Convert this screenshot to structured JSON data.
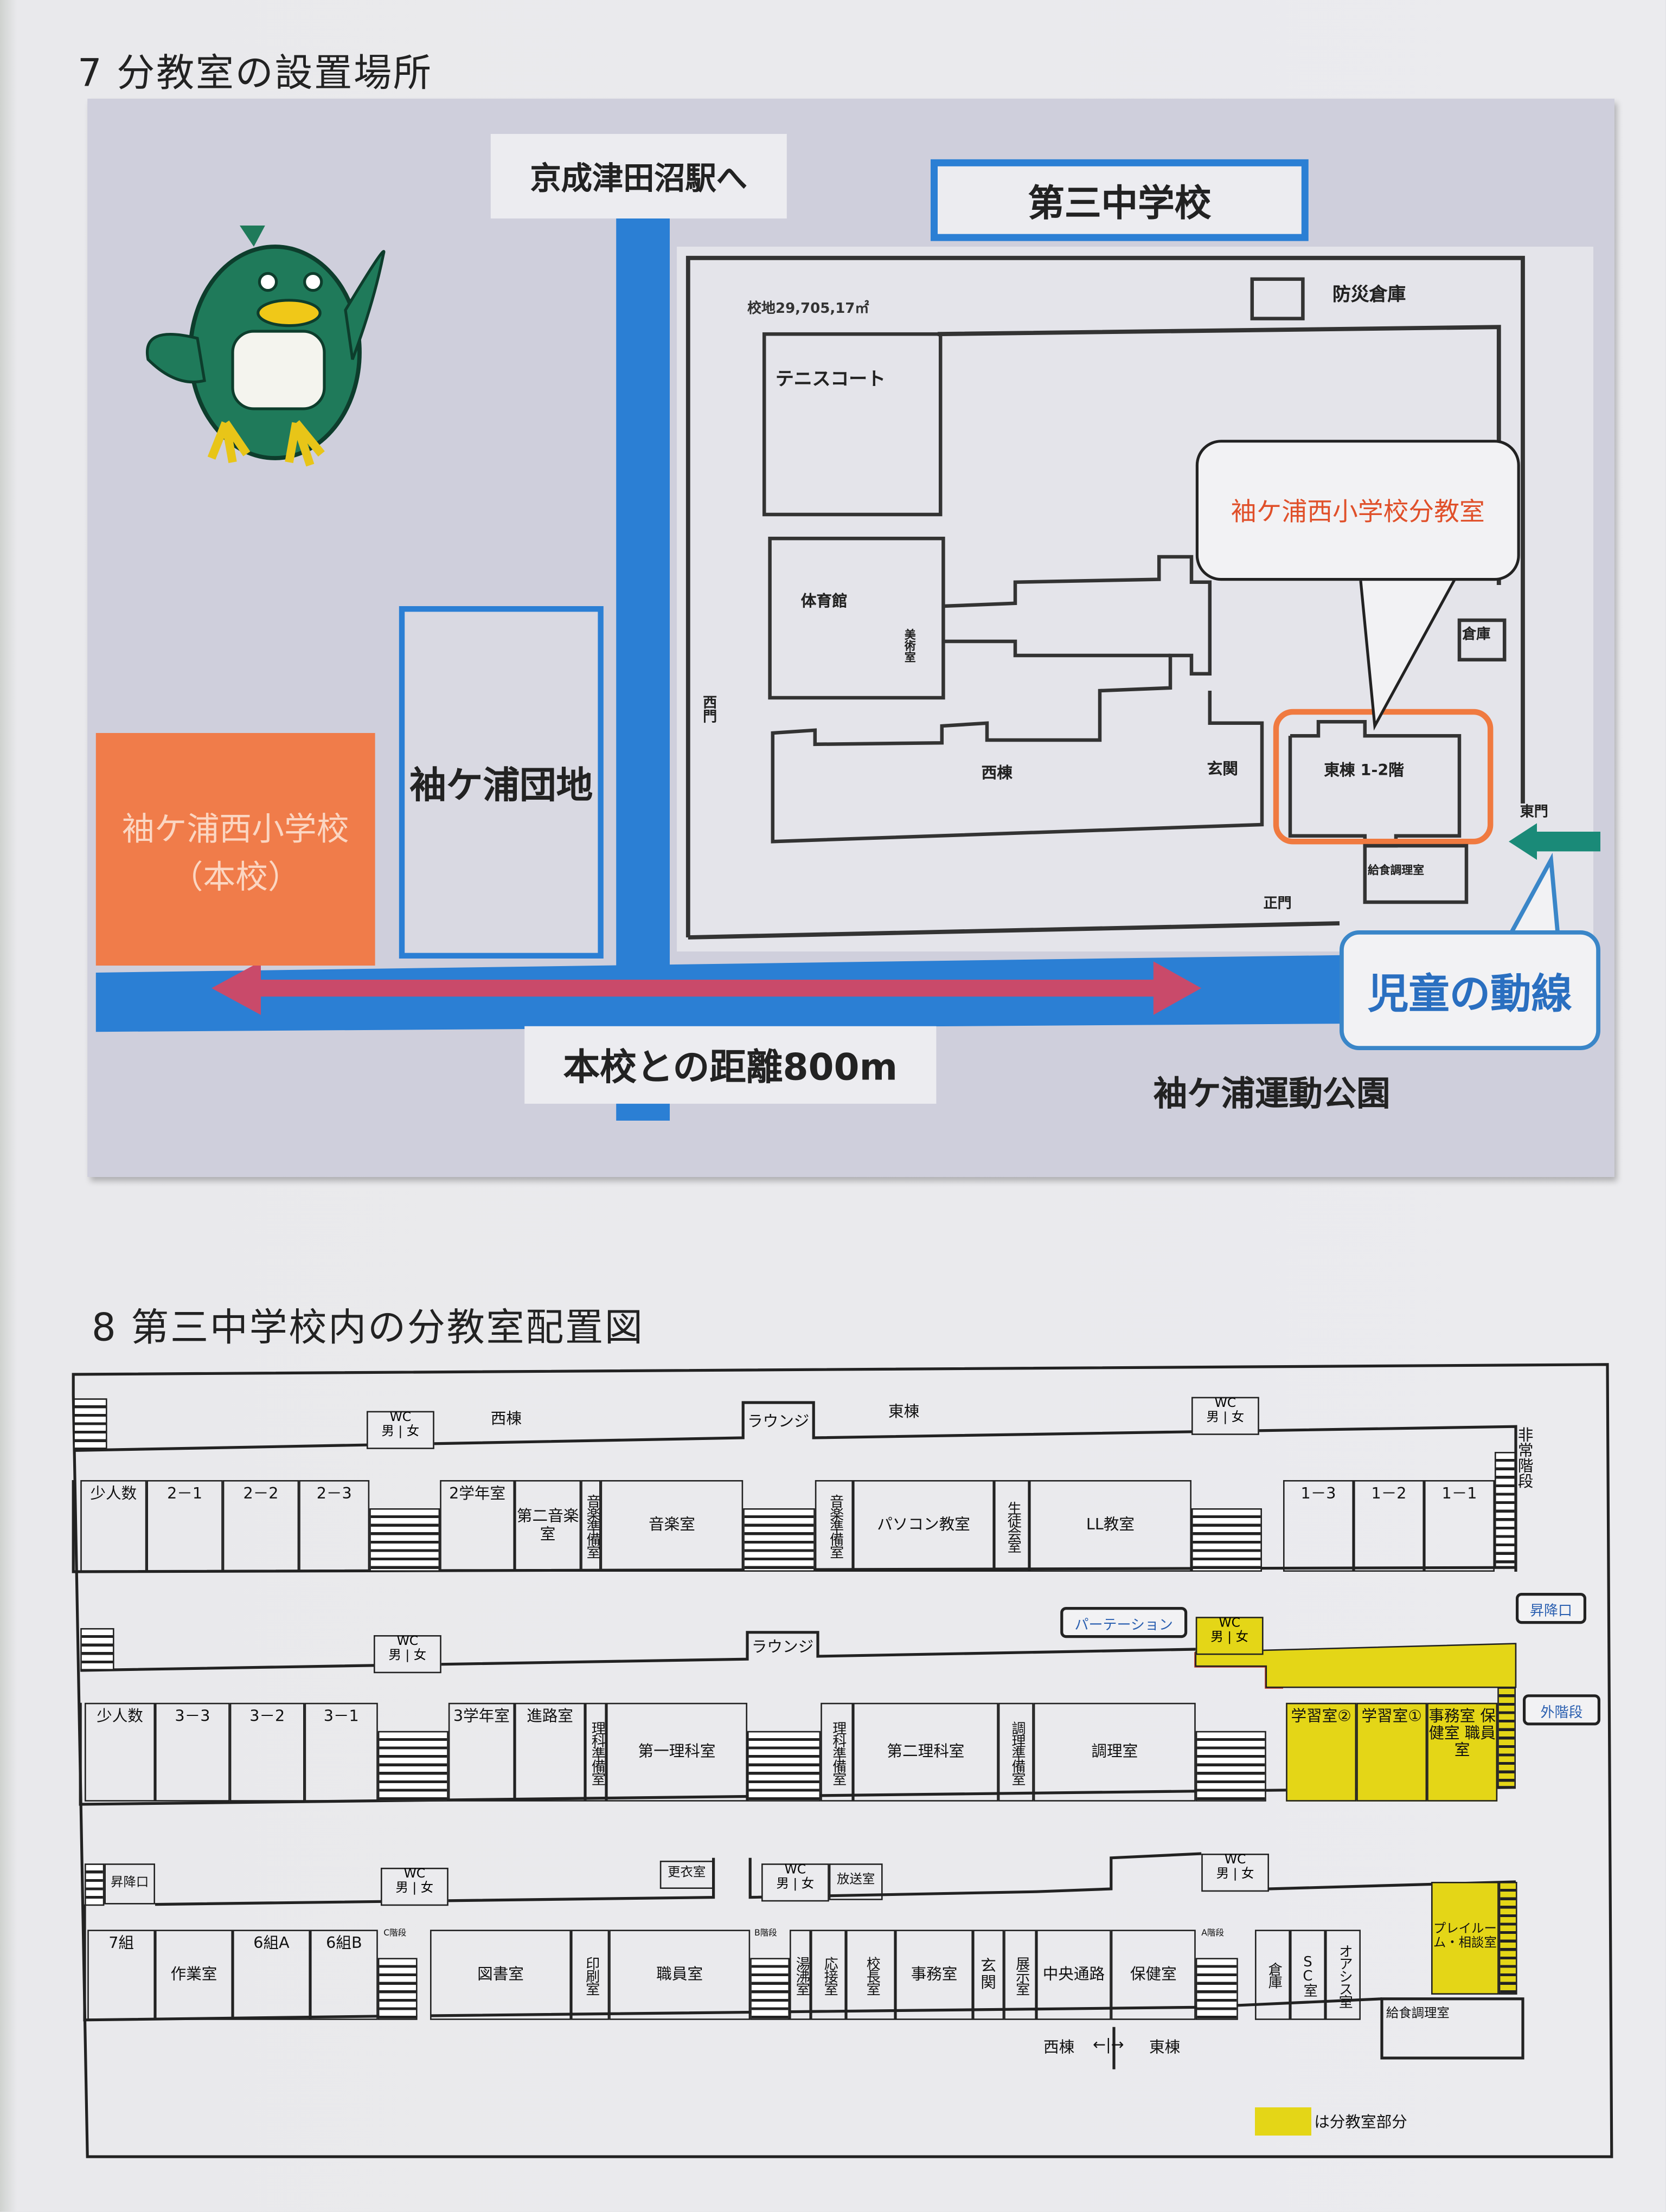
{
  "section7": {
    "title": "7 分教室の設置場所",
    "map": {
      "station_label": "京成津田沼駅へ",
      "junior_high_label": "第三中学校",
      "site_area": "校地29,705,17㎡",
      "disaster_storage": "防災倉庫",
      "tennis_court": "テニスコート",
      "gym": "体育館",
      "art_room": "美術室",
      "west_gate": "西門",
      "west_building": "西棟",
      "entrance": "玄関",
      "east_building_floors": "東棟 1-2階",
      "storage": "倉庫",
      "lunch_kitchen": "給食調理室",
      "east_gate": "東門",
      "main_gate": "正門",
      "branch_callout": "袖ケ浦西小学校分教室",
      "route_callout": "児童の動線",
      "housing_complex": "袖ケ浦団地",
      "main_school_line1": "袖ケ浦西小学校",
      "main_school_line2": "（本校）",
      "distance": "本校との距離800m",
      "park": "袖ケ浦運動公園"
    },
    "colors": {
      "road": "#2b7fd4",
      "main_school": "#f07c4a",
      "route_arrow": "#c94a6a",
      "callout_text": "#e0502a",
      "east_arrow": "#1a8a78"
    }
  },
  "section8": {
    "title": "8 第三中学校内の分教室配置図",
    "wc": "WC",
    "men": "男",
    "women": "女",
    "f3": {
      "west_building": "西棟",
      "east_building": "東棟",
      "lounge": "ラウンジ",
      "emergency_stairs": "非常階段",
      "rooms": [
        "少人数",
        "2－1",
        "2－2",
        "2－3",
        "2学年室",
        "第二音楽室",
        "音楽準備室",
        "音楽室",
        "音楽準備室",
        "パソコン教室",
        "生徒会室",
        "LL教室",
        "1－3",
        "1－2",
        "1－1"
      ]
    },
    "f2": {
      "lounge": "ラウンジ",
      "partition": "パーテーション",
      "entrance": "昇降口",
      "outer_stairs": "外階段",
      "rooms": [
        "少人数",
        "3－3",
        "3－2",
        "3－1",
        "3学年室",
        "進路室",
        "理科準備室",
        "第一理科室",
        "理科準備室",
        "第二理科室",
        "調理準備室",
        "調理室",
        "学習室②",
        "学習室①",
        "事務室 保健室 職員室"
      ]
    },
    "f1": {
      "entrance": "昇降口",
      "changing_room": "更衣室",
      "broadcast_room": "放送室",
      "stairs_c": "C階段",
      "stairs_b": "B階段",
      "stairs_a": "A階段",
      "rooms": [
        "7組",
        "作業室",
        "6組A",
        "6組B",
        "図書室",
        "印刷室",
        "職員室",
        "湯沸室",
        "応接室",
        "校長室",
        "事務室",
        "玄関",
        "展示室",
        "中央通路",
        "保健室",
        "倉庫",
        "SC室",
        "オアシス室",
        "プレイルーム・相談室"
      ],
      "lunch_kitchen": "給食調理室",
      "west": "西棟",
      "arrow": "←|→",
      "east": "東棟"
    },
    "legend": "は分教室部分",
    "highlight_color": "#e4d617"
  }
}
